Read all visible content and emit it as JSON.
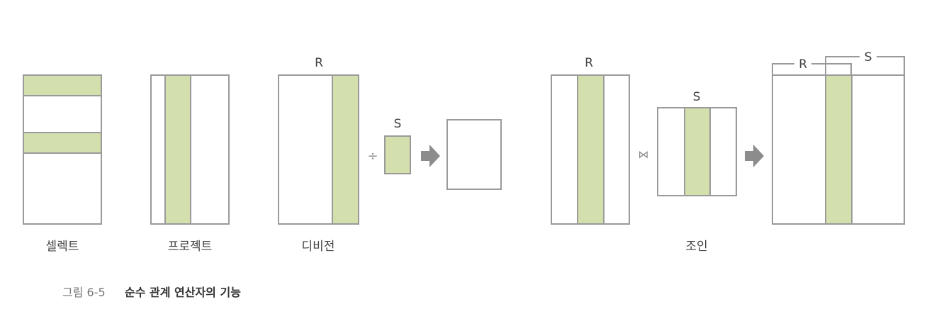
{
  "labels": {
    "select": "셀렉트",
    "project": "프로젝트",
    "divide": "디비전",
    "join": "조인"
  },
  "relations": {
    "r": "R",
    "s": "S"
  },
  "operators": {
    "divide": "÷",
    "join": "⋈"
  },
  "colors": {
    "highlight": "#d3dfad",
    "border": "#9a9a9a",
    "arrow": "#8c8c8c"
  },
  "caption": {
    "number": "그림 6-5",
    "title": "순수 관계 연산자의 기능"
  }
}
